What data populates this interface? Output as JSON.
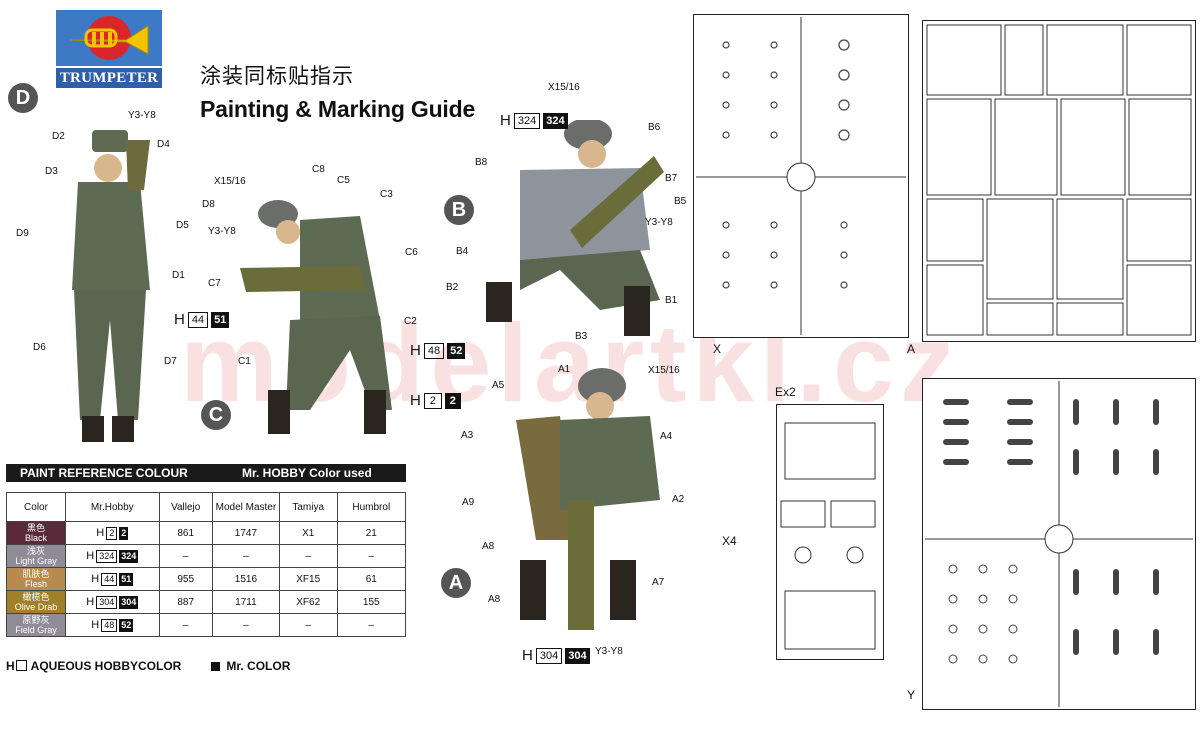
{
  "brand": {
    "name": "TRUMPETER"
  },
  "header": {
    "title_cn": "涂装同标贴指示",
    "title_en": "Painting & Marking Guide"
  },
  "watermark": "modelartkl.cz",
  "figures": {
    "D": {
      "letter": "D",
      "labels": [
        "Y3-Y8",
        "D2",
        "D4",
        "D3",
        "D8",
        "D5",
        "D9",
        "D1",
        "D6",
        "D7"
      ]
    },
    "C": {
      "letter": "C",
      "labels": [
        "X15/16",
        "C8",
        "C5",
        "C3",
        "Y3-Y8",
        "C6",
        "C7",
        "C2",
        "C1"
      ],
      "codes": [
        {
          "h": "H",
          "w": "44",
          "b": "51"
        },
        {
          "h": "H",
          "w": "48",
          "b": "52"
        },
        {
          "h": "H",
          "w": "2",
          "b": "2"
        }
      ]
    },
    "B": {
      "letter": "B",
      "labels": [
        "X15/16",
        "B6",
        "B8",
        "B7",
        "B5",
        "Y3-Y8",
        "B4",
        "B2",
        "B1",
        "B3"
      ],
      "code": {
        "h": "H",
        "w": "324",
        "b": "324"
      }
    },
    "A": {
      "letter": "A",
      "labels": [
        "A1",
        "X15/16",
        "A5",
        "A3",
        "A4",
        "A9",
        "A2",
        "A8",
        "A7",
        "A8",
        "Y3-Y8"
      ],
      "code": {
        "h": "H",
        "w": "304",
        "b": "304"
      }
    }
  },
  "paint": {
    "bar_left": "PAINT REFERENCE COLOUR",
    "bar_right": "Mr. HOBBY Color used",
    "headers": [
      "Color",
      "Mr.Hobby",
      "Vallejo",
      "Model Master",
      "Tamiya",
      "Humbrol"
    ],
    "rows": [
      {
        "cn": "黑色",
        "en": "Black",
        "color": "#5a2a3a",
        "h": "H",
        "w": "2",
        "b": "2",
        "vallejo": "861",
        "mm": "1747",
        "tamiya": "X1",
        "humbrol": "21"
      },
      {
        "cn": "浅灰",
        "en": "Light Gray",
        "color": "#8f8c97",
        "h": "H",
        "w": "324",
        "b": "324",
        "vallejo": "–",
        "mm": "–",
        "tamiya": "–",
        "humbrol": "–"
      },
      {
        "cn": "肌肤色",
        "en": "Flesh",
        "color": "#b78a4e",
        "h": "H",
        "w": "44",
        "b": "51",
        "vallejo": "955",
        "mm": "1516",
        "tamiya": "XF15",
        "humbrol": "61"
      },
      {
        "cn": "橄榄色",
        "en": "Olive Drab",
        "color": "#a08028",
        "h": "H",
        "w": "304",
        "b": "304",
        "vallejo": "887",
        "mm": "1711",
        "tamiya": "XF62",
        "humbrol": "155"
      },
      {
        "cn": "原野灰",
        "en": "Field Gray",
        "color": "#8f8c97",
        "h": "H",
        "w": "48",
        "b": "52",
        "vallejo": "–",
        "mm": "–",
        "tamiya": "–",
        "humbrol": "–"
      }
    ]
  },
  "legend": {
    "aqueous": "AQUEOUS HOBBYCOLOR",
    "mr_color": "Mr. COLOR",
    "h": "H"
  },
  "sprues": {
    "x": "X",
    "a": "A",
    "e": "Ex2",
    "x4": "X4",
    "y": "Y"
  }
}
